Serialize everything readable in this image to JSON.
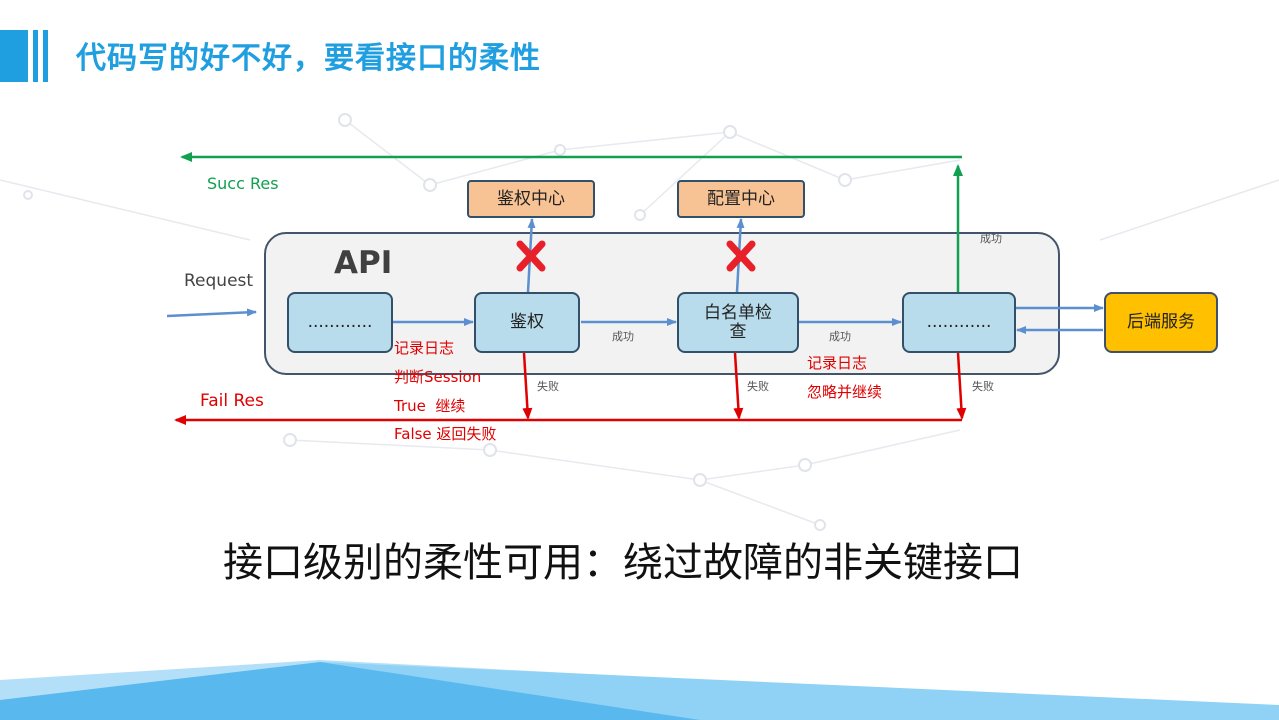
{
  "title": "代码写的好不好，要看接口的柔性",
  "subtitle": "接口级别的柔性可用：绕过故障的非关键接口",
  "diagram": {
    "api_label": "API",
    "request_label": "Request",
    "succ_res_label": "Succ Res",
    "fail_res_label": "Fail Res",
    "nodes": {
      "first": "............",
      "auth": "鉴权",
      "whitelist": "白名单检查",
      "last": "............",
      "auth_center": "鉴权中心",
      "config_center": "配置中心",
      "backend": "后端服务"
    },
    "edge_labels": {
      "success_1": "成功",
      "success_2": "成功",
      "success_top": "成功",
      "fail_1": "失败",
      "fail_2": "失败",
      "fail_3": "失败"
    },
    "notes_auth": [
      "记录日志",
      "判断Session",
      "True  继续",
      "False 返回失败"
    ],
    "notes_whitelist": [
      "记录日志",
      "忽略并继续"
    ]
  },
  "colors": {
    "title": "#1f9fe0",
    "success_arrow": "#10a050",
    "fail_arrow": "#e00000",
    "flow_arrow": "#5b8fd0",
    "node_fill": "#b8dcec",
    "center_fill": "#f8c394",
    "backend_fill": "#ffc000"
  }
}
